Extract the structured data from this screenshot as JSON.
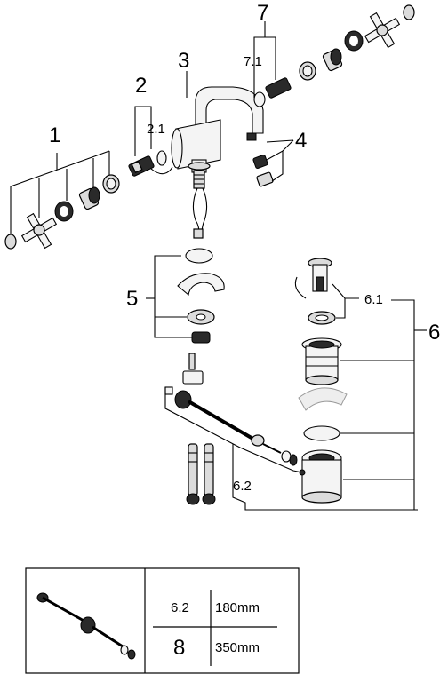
{
  "callouts": {
    "c1": "1",
    "c2": "2",
    "c2_1": "2.1",
    "c3": "3",
    "c4": "4",
    "c5": "5",
    "c6": "6",
    "c6_1": "6.1",
    "c6_2": "6.2",
    "c7": "7",
    "c7_1": "7.1"
  },
  "table": {
    "rows": [
      {
        "code": "6.2",
        "length": "180mm"
      },
      {
        "code": "8",
        "length": "350mm"
      }
    ]
  }
}
